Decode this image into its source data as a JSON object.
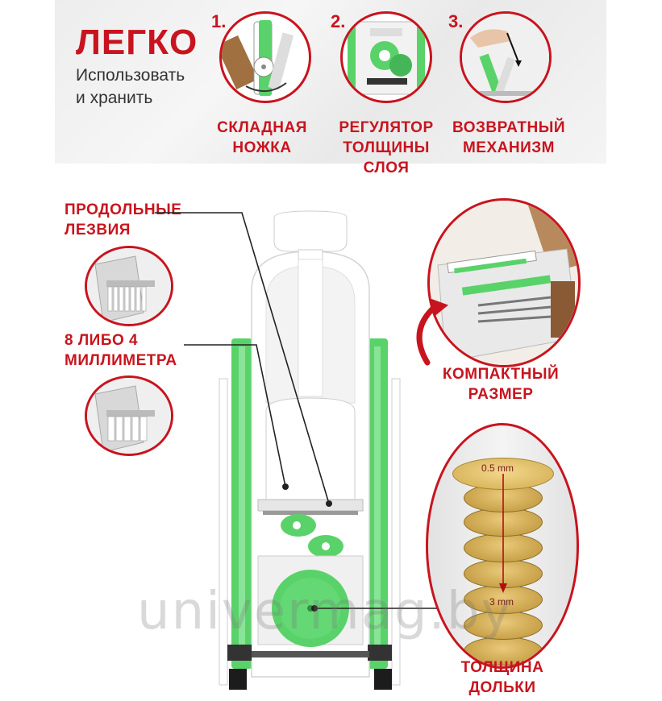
{
  "hero": {
    "title": "ЛЕГКО",
    "subtitle_lines": [
      "Использовать",
      "и хранить"
    ]
  },
  "steps": [
    {
      "number": "1.",
      "label_lines": [
        "СКЛАДНАЯ",
        "НОЖКА"
      ]
    },
    {
      "number": "2.",
      "label_lines": [
        "РЕГУЛЯТОР",
        "ТОЛЩИНЫ",
        "СЛОЯ"
      ]
    },
    {
      "number": "3.",
      "label_lines": [
        "ВОЗВРАТНЫЙ",
        "МЕХАНИЗМ"
      ]
    }
  ],
  "left_callouts": [
    {
      "label_lines": [
        "ПРОДОЛЬНЫЕ",
        "ЛЕЗВИЯ"
      ]
    },
    {
      "label_lines": [
        "8 ЛИБО 4",
        "МИЛЛИМЕТРА"
      ]
    }
  ],
  "right_callouts": {
    "compact_lines": [
      "КОМПАКТНЫЙ",
      "РАЗМЕР"
    ],
    "thickness_lines": [
      "ТОЛЩИНА",
      "ДОЛЬКИ"
    ],
    "thickness_min": "0.5 mm",
    "thickness_max": "3 mm"
  },
  "watermark": "univermag.by",
  "colors": {
    "accent_red": "#c8141e",
    "product_green": "#5ad26a",
    "product_white": "#ffffff"
  },
  "icons": [
    "folding-leg-icon",
    "thickness-dial-icon",
    "return-mechanism-icon",
    "blade-closeup-icon",
    "drawer-storage-icon",
    "curved-arrow-icon"
  ]
}
